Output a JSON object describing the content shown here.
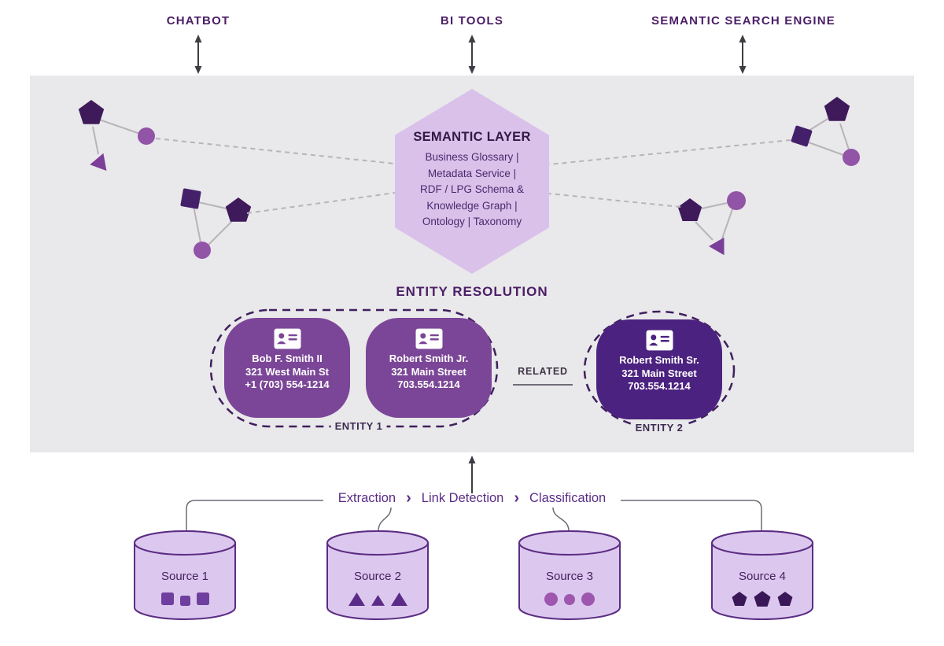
{
  "header_apps": {
    "chatbot": "CHATBOT",
    "bi_tools": "BI TOOLS",
    "semantic_search": "SEMANTIC SEARCH ENGINE"
  },
  "semantic_layer": {
    "title": "SEMANTIC LAYER",
    "lines": [
      "Business Glossary |",
      "Metadata Service |",
      "RDF / LPG Schema &",
      "Knowledge Graph |",
      "Ontology | Taxonomy"
    ]
  },
  "entity_resolution": {
    "title": "ENTITY RESOLUTION",
    "related_label": "RELATED",
    "entity1_label": "ENTITY 1",
    "entity2_label": "ENTITY 2",
    "cards": [
      {
        "name": "Bob F. Smith II",
        "address": "321 West Main St",
        "phone": "+1 (703) 554-1214"
      },
      {
        "name": "Robert Smith Jr.",
        "address": "321 Main Street",
        "phone": "703.554.1214"
      },
      {
        "name": "Robert Smith Sr.",
        "address": "321 Main Street",
        "phone": "703.554.1214"
      }
    ]
  },
  "pipeline": {
    "separator": "›",
    "steps": [
      "Extraction",
      "Link Detection",
      "Classification"
    ]
  },
  "sources": [
    {
      "label": "Source 1",
      "shape": "square"
    },
    {
      "label": "Source 2",
      "shape": "triangle"
    },
    {
      "label": "Source 3",
      "shape": "circle"
    },
    {
      "label": "Source 4",
      "shape": "pentagon"
    }
  ],
  "colors": {
    "deep_purple_heading": "#4b1e66",
    "panel_gray": "#e9e8ea",
    "hexagon_fill": "#d9c1ea",
    "card_medium": "#7b4697",
    "card_dark": "#4c2280",
    "dashed_boundary": "#3f1f5e",
    "source_fill": "#dcc8ef",
    "source_stroke": "#5b2d83",
    "node_circle": "#9254a6",
    "node_pentagon": "#3e1a5b",
    "node_triangle": "#7c3f99",
    "node_square": "#44206b",
    "link_gray": "#b7b4ba",
    "arrow_dark": "#3d3d43"
  }
}
